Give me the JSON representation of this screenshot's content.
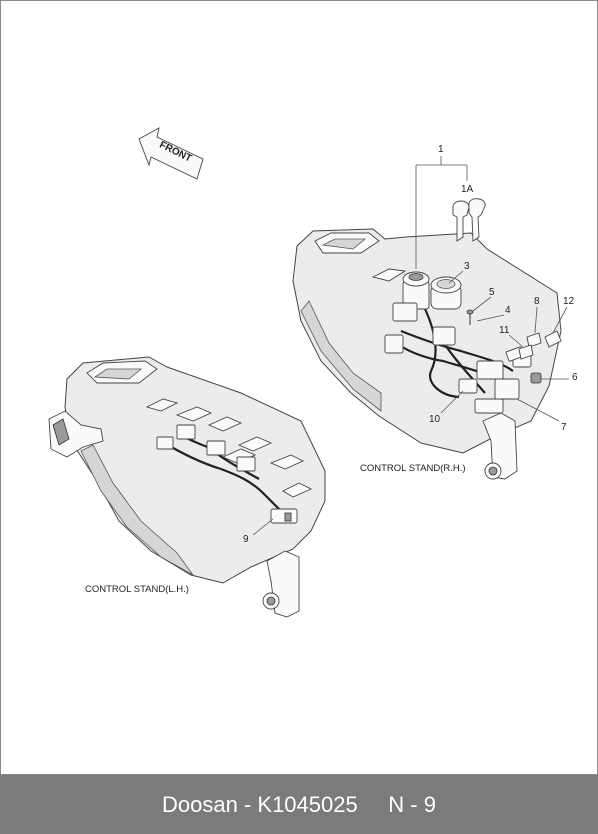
{
  "diagram": {
    "direction_label": "FRONT",
    "callouts": [
      "1",
      "1A",
      "3",
      "5",
      "4",
      "8",
      "12",
      "11",
      "6",
      "7",
      "10",
      "9"
    ],
    "captions": {
      "right_stand": "CONTROL STAND(R.H.)",
      "left_stand": "CONTROL STAND(L.H.)"
    }
  },
  "footer": {
    "brand_part": "Doosan - K1045025",
    "page": "N - 9"
  }
}
